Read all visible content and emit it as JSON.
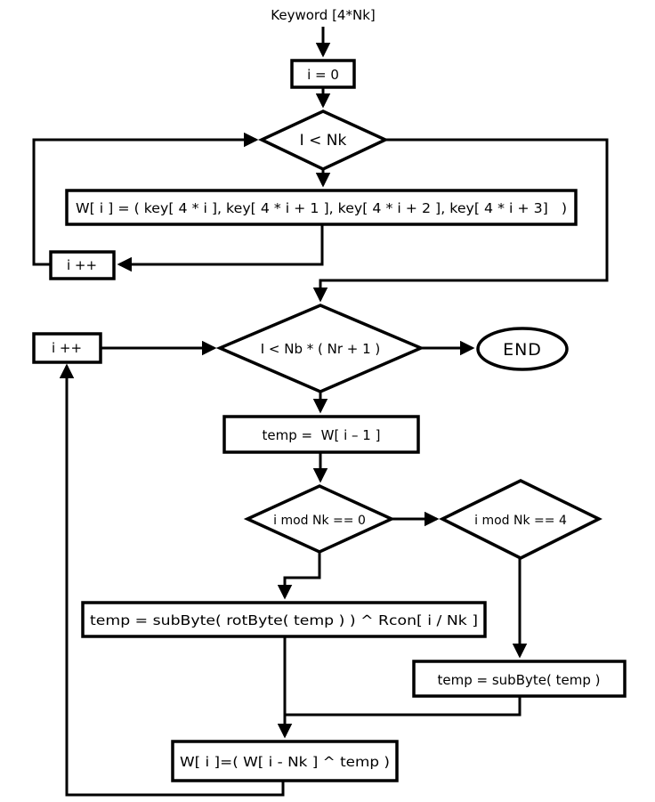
{
  "flowchart": {
    "entry_label": "Keyword [4*Nk]",
    "nodes": {
      "init": {
        "type": "process",
        "label": "i = 0"
      },
      "cond_nk": {
        "type": "decision",
        "label": "I < Nk"
      },
      "fill_w": {
        "type": "process",
        "label": "W[ i ] = ( key[ 4 * i ], key[ 4 * i + 1 ], key[ 4 * i + 2 ], key[ 4 * i + 3]   )"
      },
      "inc_top": {
        "type": "process",
        "label": "i ++"
      },
      "cond_nb": {
        "type": "decision",
        "label": "I < Nb * ( Nr + 1 )"
      },
      "end": {
        "type": "terminator",
        "label": "END"
      },
      "inc_left": {
        "type": "process",
        "label": "i ++"
      },
      "temp_prev": {
        "type": "process",
        "label": "temp =  W[ i – 1 ]"
      },
      "mod_zero": {
        "type": "decision",
        "label": "i mod Nk == 0"
      },
      "mod_four": {
        "type": "decision",
        "label": "i mod Nk == 4"
      },
      "rcon": {
        "type": "process",
        "label": "temp = subByte( rotByte( temp ) ) ^ Rcon[ i / Nk ]"
      },
      "subbyte": {
        "type": "process",
        "label": "temp = subByte( temp )"
      },
      "xor_store": {
        "type": "process",
        "label": "W[ i ]=( W[ i - Nk ] ^ temp )"
      }
    },
    "colors": {
      "stroke": "#000000",
      "node_fill": "#ffffff",
      "background": "#ffffff",
      "text": "#000000"
    }
  }
}
